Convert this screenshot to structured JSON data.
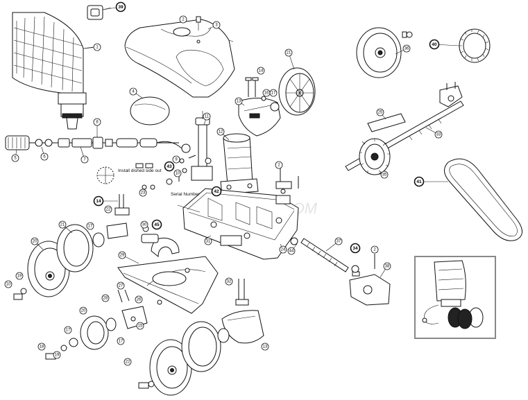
{
  "diagram": {
    "notes": {
      "install": "Install dished side out",
      "serial": "Serial Number",
      "watermark": "INYOPOOLS.COM"
    },
    "callouts": [
      {
        "id": "c1",
        "text": "1"
      },
      {
        "id": "c2a",
        "text": "2"
      },
      {
        "id": "c2b",
        "text": "2"
      },
      {
        "id": "c2c",
        "text": "2"
      },
      {
        "id": "c3",
        "text": "3"
      },
      {
        "id": "c4",
        "text": "4"
      },
      {
        "id": "c5",
        "text": "5"
      },
      {
        "id": "c6",
        "text": "6"
      },
      {
        "id": "c7",
        "text": "7"
      },
      {
        "id": "c8",
        "text": "8"
      },
      {
        "id": "c9",
        "text": "9"
      },
      {
        "id": "c10a",
        "text": "10"
      },
      {
        "id": "c10b",
        "text": "10"
      },
      {
        "id": "c11",
        "text": "11"
      },
      {
        "id": "c12",
        "text": "12"
      },
      {
        "id": "c13a",
        "text": "13"
      },
      {
        "id": "c13b",
        "text": "13"
      },
      {
        "id": "c14a",
        "text": "14"
      },
      {
        "id": "c14b",
        "text": "14"
      },
      {
        "id": "c15",
        "text": "15"
      },
      {
        "id": "c16",
        "text": "16"
      },
      {
        "id": "c17a",
        "text": "17"
      },
      {
        "id": "c17b",
        "text": "17"
      },
      {
        "id": "c17c",
        "text": "17"
      },
      {
        "id": "c17d",
        "text": "17"
      },
      {
        "id": "c18",
        "text": "18"
      },
      {
        "id": "c19a",
        "text": "19"
      },
      {
        "id": "c19b",
        "text": "19"
      },
      {
        "id": "c20a",
        "text": "20"
      },
      {
        "id": "c20b",
        "text": "20"
      },
      {
        "id": "c21a",
        "text": "21"
      },
      {
        "id": "c21b",
        "text": "21"
      },
      {
        "id": "c22a",
        "text": "22"
      },
      {
        "id": "c22b",
        "text": "22"
      },
      {
        "id": "c23",
        "text": "23"
      },
      {
        "id": "c24",
        "text": "24"
      },
      {
        "id": "c25",
        "text": "25"
      },
      {
        "id": "c26",
        "text": "26"
      },
      {
        "id": "c27",
        "text": "27"
      },
      {
        "id": "c28",
        "text": "28"
      },
      {
        "id": "c29",
        "text": "29"
      },
      {
        "id": "c30",
        "text": "30"
      },
      {
        "id": "c31",
        "text": "31"
      },
      {
        "id": "c32",
        "text": "32"
      },
      {
        "id": "c33",
        "text": "33"
      },
      {
        "id": "c34",
        "text": "34"
      },
      {
        "id": "c35",
        "text": "35"
      },
      {
        "id": "c36",
        "text": "36"
      },
      {
        "id": "c37",
        "text": "37"
      },
      {
        "id": "c38",
        "text": "38"
      },
      {
        "id": "c39",
        "text": "39"
      },
      {
        "id": "c40",
        "text": "40"
      },
      {
        "id": "c41",
        "text": "41"
      },
      {
        "id": "c42",
        "text": "42"
      },
      {
        "id": "c43",
        "text": "43"
      },
      {
        "id": "c44",
        "text": "44"
      },
      {
        "id": "c45",
        "text": "45"
      }
    ]
  }
}
